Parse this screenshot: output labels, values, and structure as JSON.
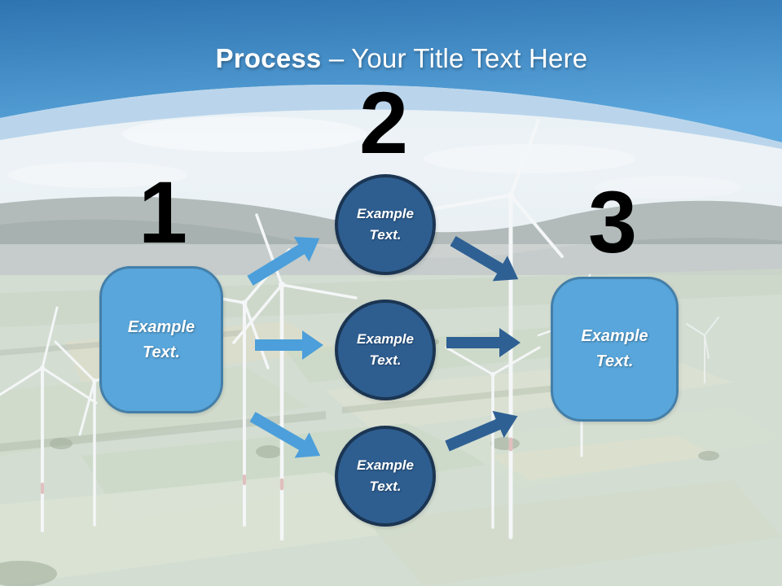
{
  "slide": {
    "title": {
      "bold": "Process",
      "rest": "– Your Title Text Here"
    },
    "steps": [
      {
        "number": "1",
        "shape": "rounded-rectangle",
        "label": "Example Text."
      },
      {
        "number": "2",
        "shape": "three-circles",
        "circle_labels": [
          "Example Text.",
          "Example Text.",
          "Example Text."
        ]
      },
      {
        "number": "3",
        "shape": "rounded-rectangle",
        "label": "Example Text."
      }
    ],
    "arrows": {
      "left_group_color": "#4C9FDA",
      "right_group_color": "#2F6094",
      "count": 6
    },
    "colors": {
      "header_gradient_top": "#2E74B1",
      "header_gradient_bottom": "#5CA7DD",
      "header_band": "#B5D2EA",
      "light_shape_fill": "#58A6DB",
      "light_shape_border": "#447FA9",
      "circle_fill": "#2E5E90",
      "circle_border": "#1B3552",
      "number_color": "#000000",
      "title_color": "#FFFFFF",
      "label_color": "#FFFFFF"
    },
    "background_photo": "wind-turbines-over-patchwork-fields"
  }
}
